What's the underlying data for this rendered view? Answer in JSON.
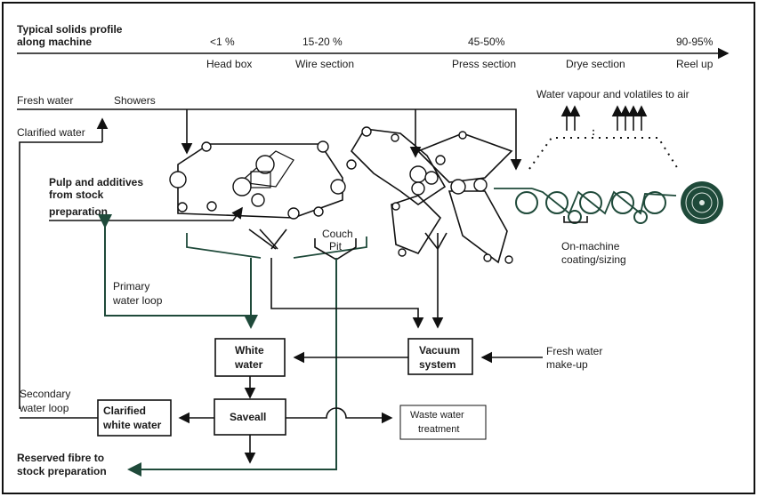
{
  "profile": {
    "title_line1": "Typical solids profile",
    "title_line2": "along machine",
    "values": [
      "<1 %",
      "15-20 %",
      "45-50%",
      "90-95%"
    ],
    "sections": [
      "Head box",
      "Wire section",
      "Press section",
      "Drye section",
      "Reel up"
    ]
  },
  "inputs": {
    "fresh_water": "Fresh water",
    "showers": "Showers",
    "clarified_water": "Clarified water",
    "pulp_line1": "Pulp and additives",
    "pulp_line2": "from stock",
    "pulp_line3": "preparation"
  },
  "machine": {
    "vapour": "Water vapour and volatiles to air",
    "couch_line1": "Couch",
    "couch_line2": "Pit",
    "coating_line1": "On-machine",
    "coating_line2": "coating/sizing"
  },
  "loops": {
    "primary_line1": "Primary",
    "primary_line2": "water loop",
    "secondary_line1": "Secondary",
    "secondary_line2": "water loop",
    "reserved_line1": "Reserved fibre to",
    "reserved_line2": "stock preparation",
    "fresh_makeup_line1": "Fresh water",
    "fresh_makeup_line2": "make-up"
  },
  "boxes": {
    "white_water_line1": "White",
    "white_water_line2": "water",
    "vacuum_line1": "Vacuum",
    "vacuum_line2": "system",
    "saveall": "Saveall",
    "clarified_ww_line1": "Clarified",
    "clarified_ww_line2": "white water",
    "waste_line1": "Waste water",
    "waste_line2": "treatment"
  },
  "colors": {
    "loop_green": "#1f4a3a",
    "ink": "#111111"
  }
}
